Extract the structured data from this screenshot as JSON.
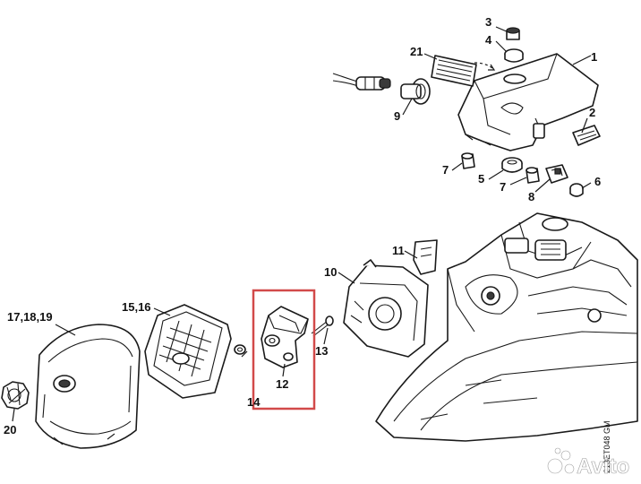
{
  "diagram": {
    "callouts": {
      "c1": "1",
      "c2": "2",
      "c3": "3",
      "c4": "4",
      "c5": "5",
      "c6": "6",
      "c7a": "7",
      "c7b": "7",
      "c8": "8",
      "c9": "9",
      "c10": "10",
      "c11": "11",
      "c12": "12",
      "c13": "13",
      "c14": "14",
      "c15_16": "15,16",
      "c17_18_19": "17,18,19",
      "c20": "20",
      "c21": "21"
    },
    "drawing_code": "213ET048 GM",
    "highlight_color": "#d24a4a"
  },
  "watermark": {
    "brand": "Avito",
    "logo_color": "#ffffff"
  }
}
